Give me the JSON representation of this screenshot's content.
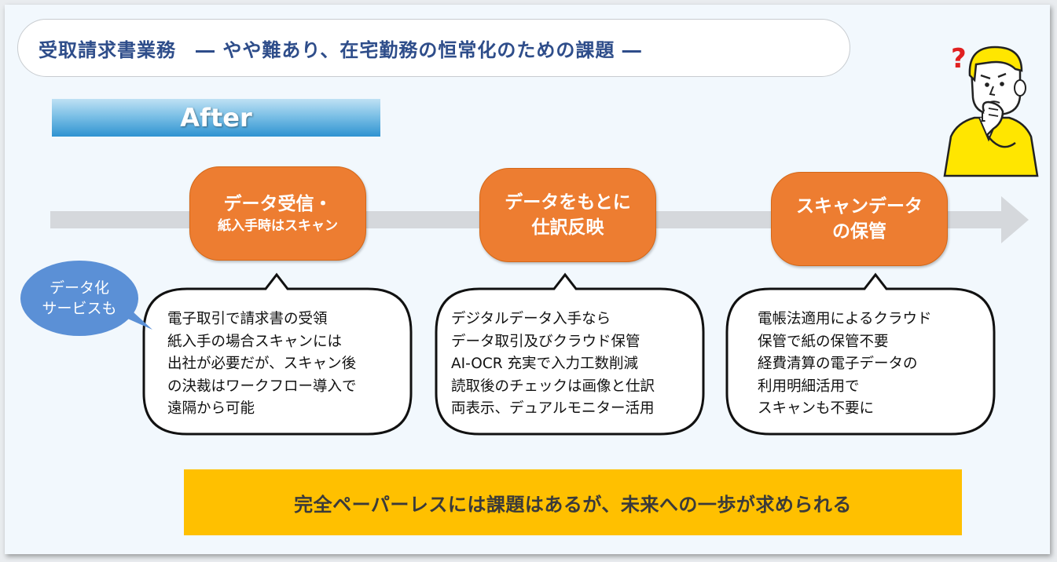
{
  "title": "受取請求書業務　― やや難あり、在宅勤務の恒常化のための課題 ―",
  "banner_label": "After",
  "steps": [
    {
      "lines": [
        "データ受信・",
        "紙入手時はスキャン"
      ],
      "detail": [
        "電子取引で請求書の受領",
        "紙入手の場合スキャンには",
        "出社が必要だが、スキャン後",
        "の決裁はワークフロー導入で",
        "遠隔から可能"
      ]
    },
    {
      "lines": [
        "データをもとに",
        "仕訳反映"
      ],
      "detail": [
        "デジタルデータ入手なら",
        "データ取引及びクラウド保管",
        "AI-OCR 充実で入力工数削減",
        "読取後のチェックは画像と仕訳",
        "両表示、デュアルモニター活用"
      ]
    },
    {
      "lines": [
        "スキャンデータ",
        "の保管"
      ],
      "detail": [
        "電帳法適用によるクラウド",
        "保管で紙の保管不要",
        "経費清算の電子データの",
        "利用明細活用で",
        "スキャンも不要に"
      ]
    }
  ],
  "side_note": [
    "データ化",
    "サービスも"
  ],
  "conclusion": "完全ペーパーレスには課題はあるが、未来への一歩が求められる",
  "question_mark": "?",
  "colors": {
    "title": "#2e4d8a",
    "step_fill": "#ed7d31",
    "arrow": "#d5d8dc",
    "note": "#5b90d6",
    "conclusion": "#ffc000",
    "shirt": "#ffe600"
  },
  "icons": {
    "person": "thinking-person-icon"
  }
}
